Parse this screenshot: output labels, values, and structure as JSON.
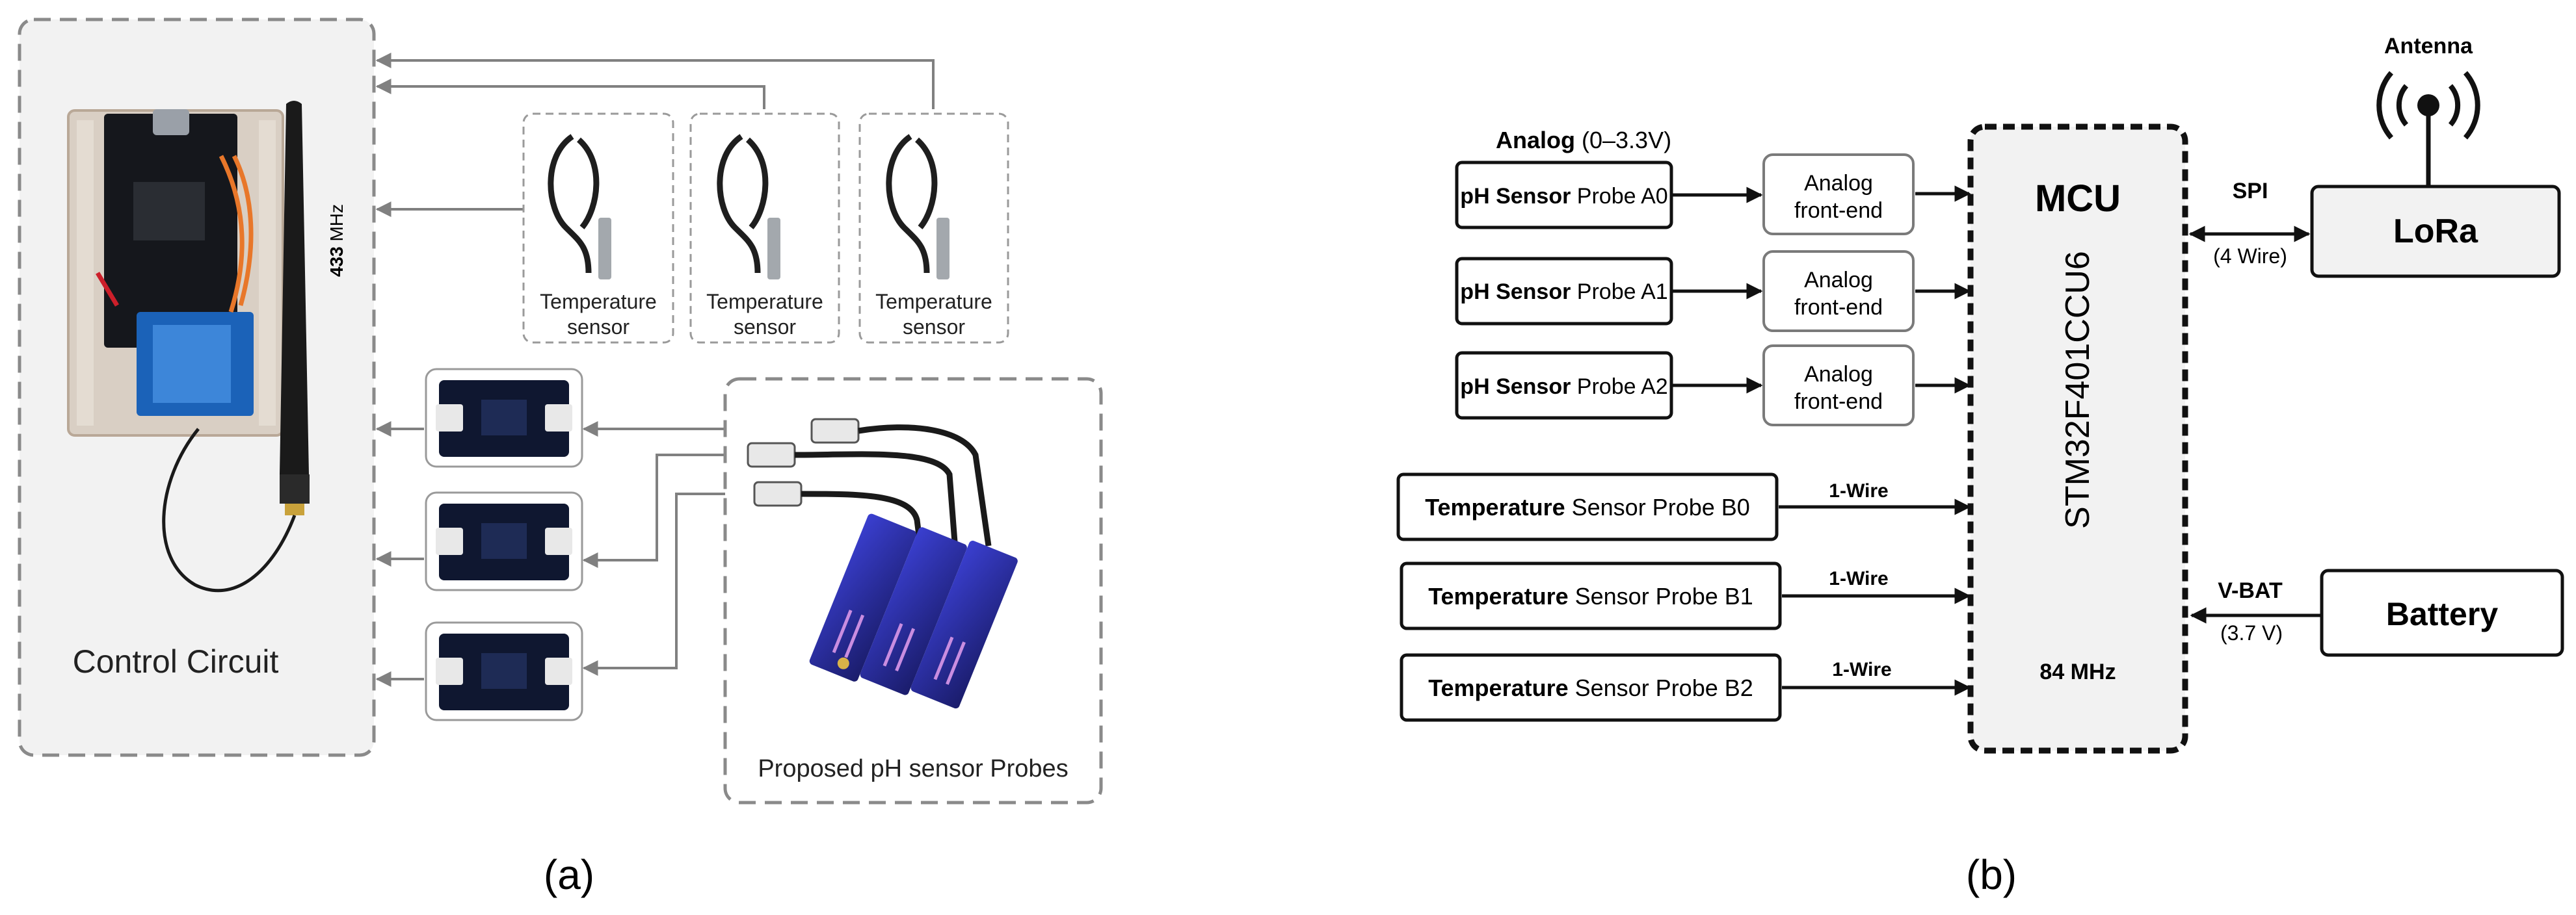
{
  "panel_a": {
    "label": "(a)",
    "control_circuit": "Control Circuit",
    "antenna_freq_num": "433",
    "antenna_freq_unit": " MHz",
    "temperature_sensors": [
      {
        "line1": "Temperature",
        "line2": "sensor"
      },
      {
        "line1": "Temperature",
        "line2": "sensor"
      },
      {
        "line1": "Temperature",
        "line2": "sensor"
      }
    ],
    "ph_probes_caption": "Proposed pH sensor Probes"
  },
  "panel_b": {
    "label": "(b)",
    "analog_title": "Analog",
    "analog_range": " (0–3.3V)",
    "ph_sensors": [
      {
        "bold": "pH Sensor",
        "rest": " Probe A0",
        "afe1": "Analog",
        "afe2": "front-end"
      },
      {
        "bold": "pH Sensor",
        "rest": " Probe A1",
        "afe1": "Analog",
        "afe2": "front-end"
      },
      {
        "bold": "pH Sensor",
        "rest": " Probe A2",
        "afe1": "Analog",
        "afe2": "front-end"
      }
    ],
    "temp_sensors": [
      {
        "bold": "Temperature",
        "rest": " Sensor Probe B0",
        "bus": "1-Wire"
      },
      {
        "bold": "Temperature",
        "rest": " Sensor Probe B1",
        "bus": "1-Wire"
      },
      {
        "bold": "Temperature",
        "rest": " Sensor Probe B2",
        "bus": "1-Wire"
      }
    ],
    "mcu": {
      "title": "MCU",
      "part": "STM32F401CCU6",
      "clock": "84 MHz"
    },
    "spi": {
      "label": "SPI",
      "sub": "(4 Wire)"
    },
    "lora": "LoRa",
    "antenna": "Antenna",
    "vbat": {
      "label": "V-BAT",
      "sub": "(3.7 V)"
    },
    "battery": "Battery"
  }
}
